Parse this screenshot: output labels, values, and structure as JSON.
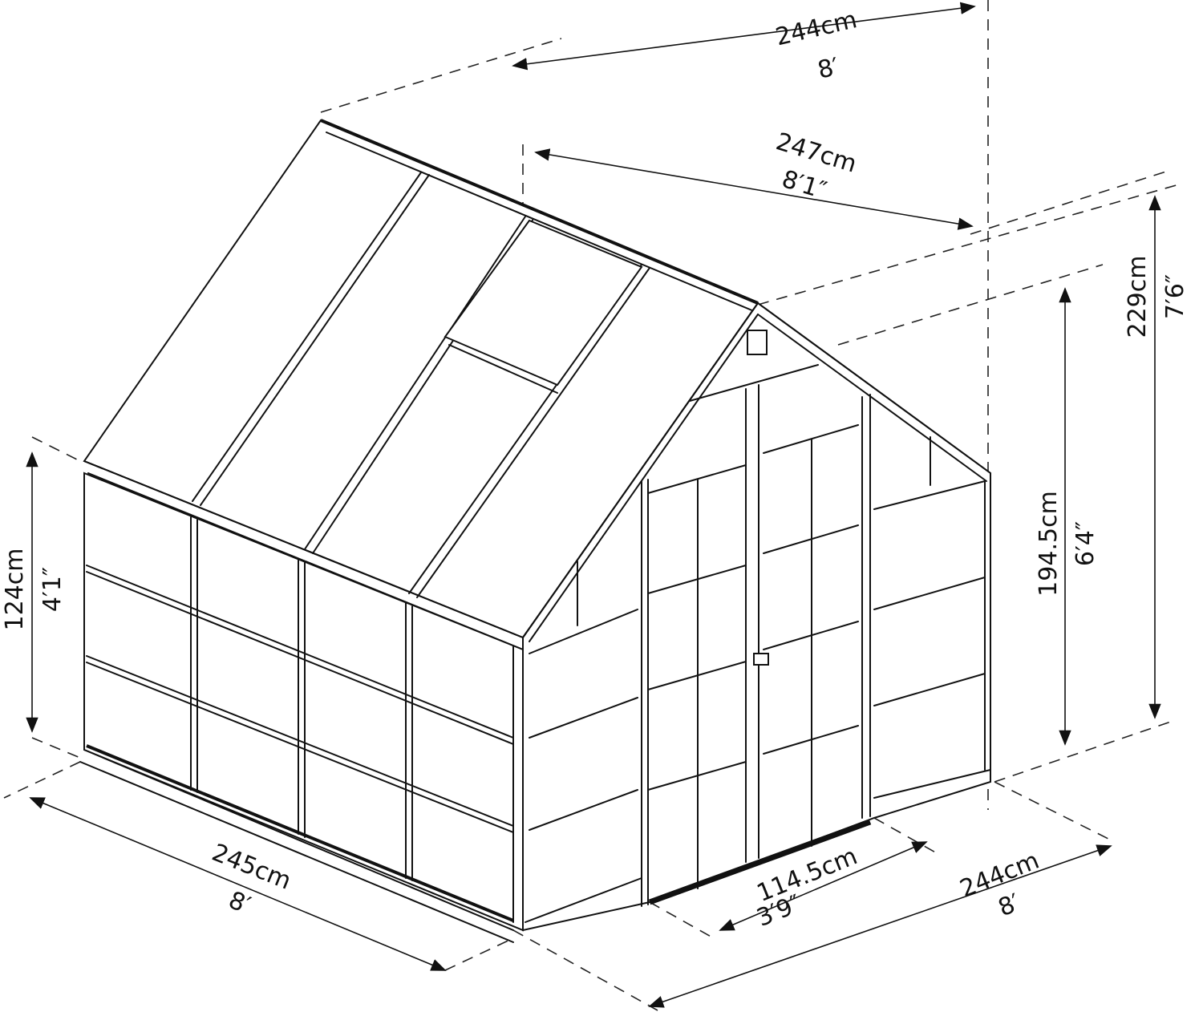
{
  "diagram": {
    "subject": "Greenhouse with dimensions",
    "line_color": "#111111",
    "background": "#ffffff"
  },
  "dimensions": {
    "roof_depth": {
      "metric": "244cm",
      "imperial": "8′"
    },
    "gable_width": {
      "metric": "247cm",
      "imperial": "8′1″"
    },
    "total_height": {
      "metric": "229cm",
      "imperial": "7′6″"
    },
    "eave_height_right": {
      "metric": "194.5cm",
      "imperial": "6′4″"
    },
    "side_wall_height": {
      "metric": "124cm",
      "imperial": "4′1″"
    },
    "side_length": {
      "metric": "245cm",
      "imperial": "8′"
    },
    "door_width": {
      "metric": "114.5cm",
      "imperial": "3′9″"
    },
    "front_width": {
      "metric": "244cm",
      "imperial": "8′"
    }
  }
}
